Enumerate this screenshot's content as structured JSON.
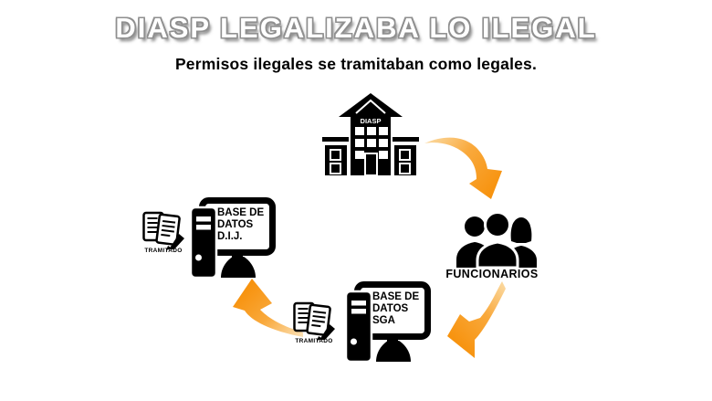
{
  "slide": {
    "title": "DIASP LEGALIZABA LO ILEGAL",
    "subtitle": "Permisos ilegales se tramitaban como legales."
  },
  "nodes": {
    "building": {
      "label": "DIASP"
    },
    "funcionarios": {
      "label": "FUNCIONARIOS"
    },
    "dij_computer": {
      "line1": "BASE DE",
      "line2": "DATOS",
      "line3": "D.I.J."
    },
    "sga_computer": {
      "line1": "BASE DE",
      "line2": "DATOS",
      "line3": "SGA"
    },
    "tramitado_dij": {
      "label": "TRAMITADO"
    },
    "tramitado_sga": {
      "label": "TRAMITADO"
    }
  },
  "colors": {
    "background": "#FFFFFF",
    "icon_black": "#000000",
    "arrow_head": "#F7920D",
    "arrow_mid": "#F9A93C",
    "arrow_tail": "#FBE0B4",
    "title_fill": "#FFFFFF",
    "title_outline": "#8F8F8F",
    "subtitle_color": "#000000"
  }
}
